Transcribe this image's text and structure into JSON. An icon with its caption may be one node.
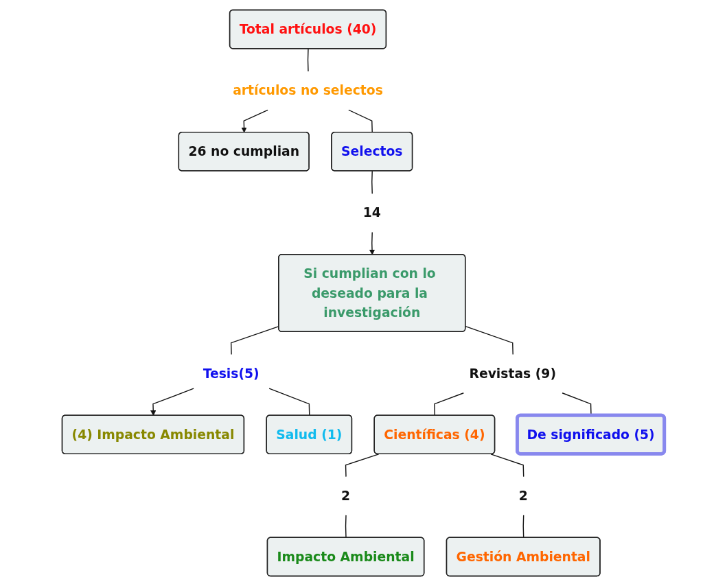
{
  "diagram": {
    "nodes": [
      {
        "text": [
          "Total artículos (40)"
        ]
      },
      {
        "text": [
          "artículos no selectos"
        ]
      },
      {
        "text": [
          "26 no cumplian"
        ]
      },
      {
        "text": [
          "Selectos"
        ]
      },
      {
        "text": [
          "14"
        ]
      },
      {
        "text": [
          "Si cumplian con lo deseado para la investigación"
        ]
      },
      {
        "text": [
          "Tesis(5)"
        ]
      },
      {
        "text": [
          "Revistas (9)"
        ]
      },
      {
        "text": [
          "(4) Impacto Ambiental"
        ]
      },
      {
        "text": [
          "Salud (1)"
        ]
      },
      {
        "text": [
          "Científicas (4)"
        ]
      },
      {
        "text": [
          "De significado (5)"
        ]
      },
      {
        "text": [
          "2"
        ]
      },
      {
        "text": [
          "2"
        ]
      },
      {
        "text": [
          "Impacto Ambiental"
        ]
      },
      {
        "text": [
          "Gestión Ambiental"
        ]
      }
    ],
    "edges": [
      {
        "from": 0,
        "to": 1,
        "arrow": "none"
      },
      {
        "from": 1,
        "to": 2,
        "arrow": "to"
      },
      {
        "from": 1,
        "to": 3,
        "arrow": "none"
      },
      {
        "from": 3,
        "to": 4,
        "arrow": "none"
      },
      {
        "from": 4,
        "to": 5,
        "arrow": "to"
      },
      {
        "from": 5,
        "to": 6,
        "arrow": "none"
      },
      {
        "from": 6,
        "to": 8,
        "arrow": "to"
      },
      {
        "from": 6,
        "to": 9,
        "arrow": "none"
      },
      {
        "from": 5,
        "to": 7,
        "arrow": "none"
      },
      {
        "from": 7,
        "to": 10,
        "arrow": "none"
      },
      {
        "from": 7,
        "to": 11,
        "arrow": "none"
      },
      {
        "from": 10,
        "to": 12,
        "arrow": "none"
      },
      {
        "from": 12,
        "to": 14,
        "arrow": "none"
      },
      {
        "from": 10,
        "to": 13,
        "arrow": "none"
      },
      {
        "from": 13,
        "to": 15,
        "arrow": "none"
      }
    ]
  }
}
